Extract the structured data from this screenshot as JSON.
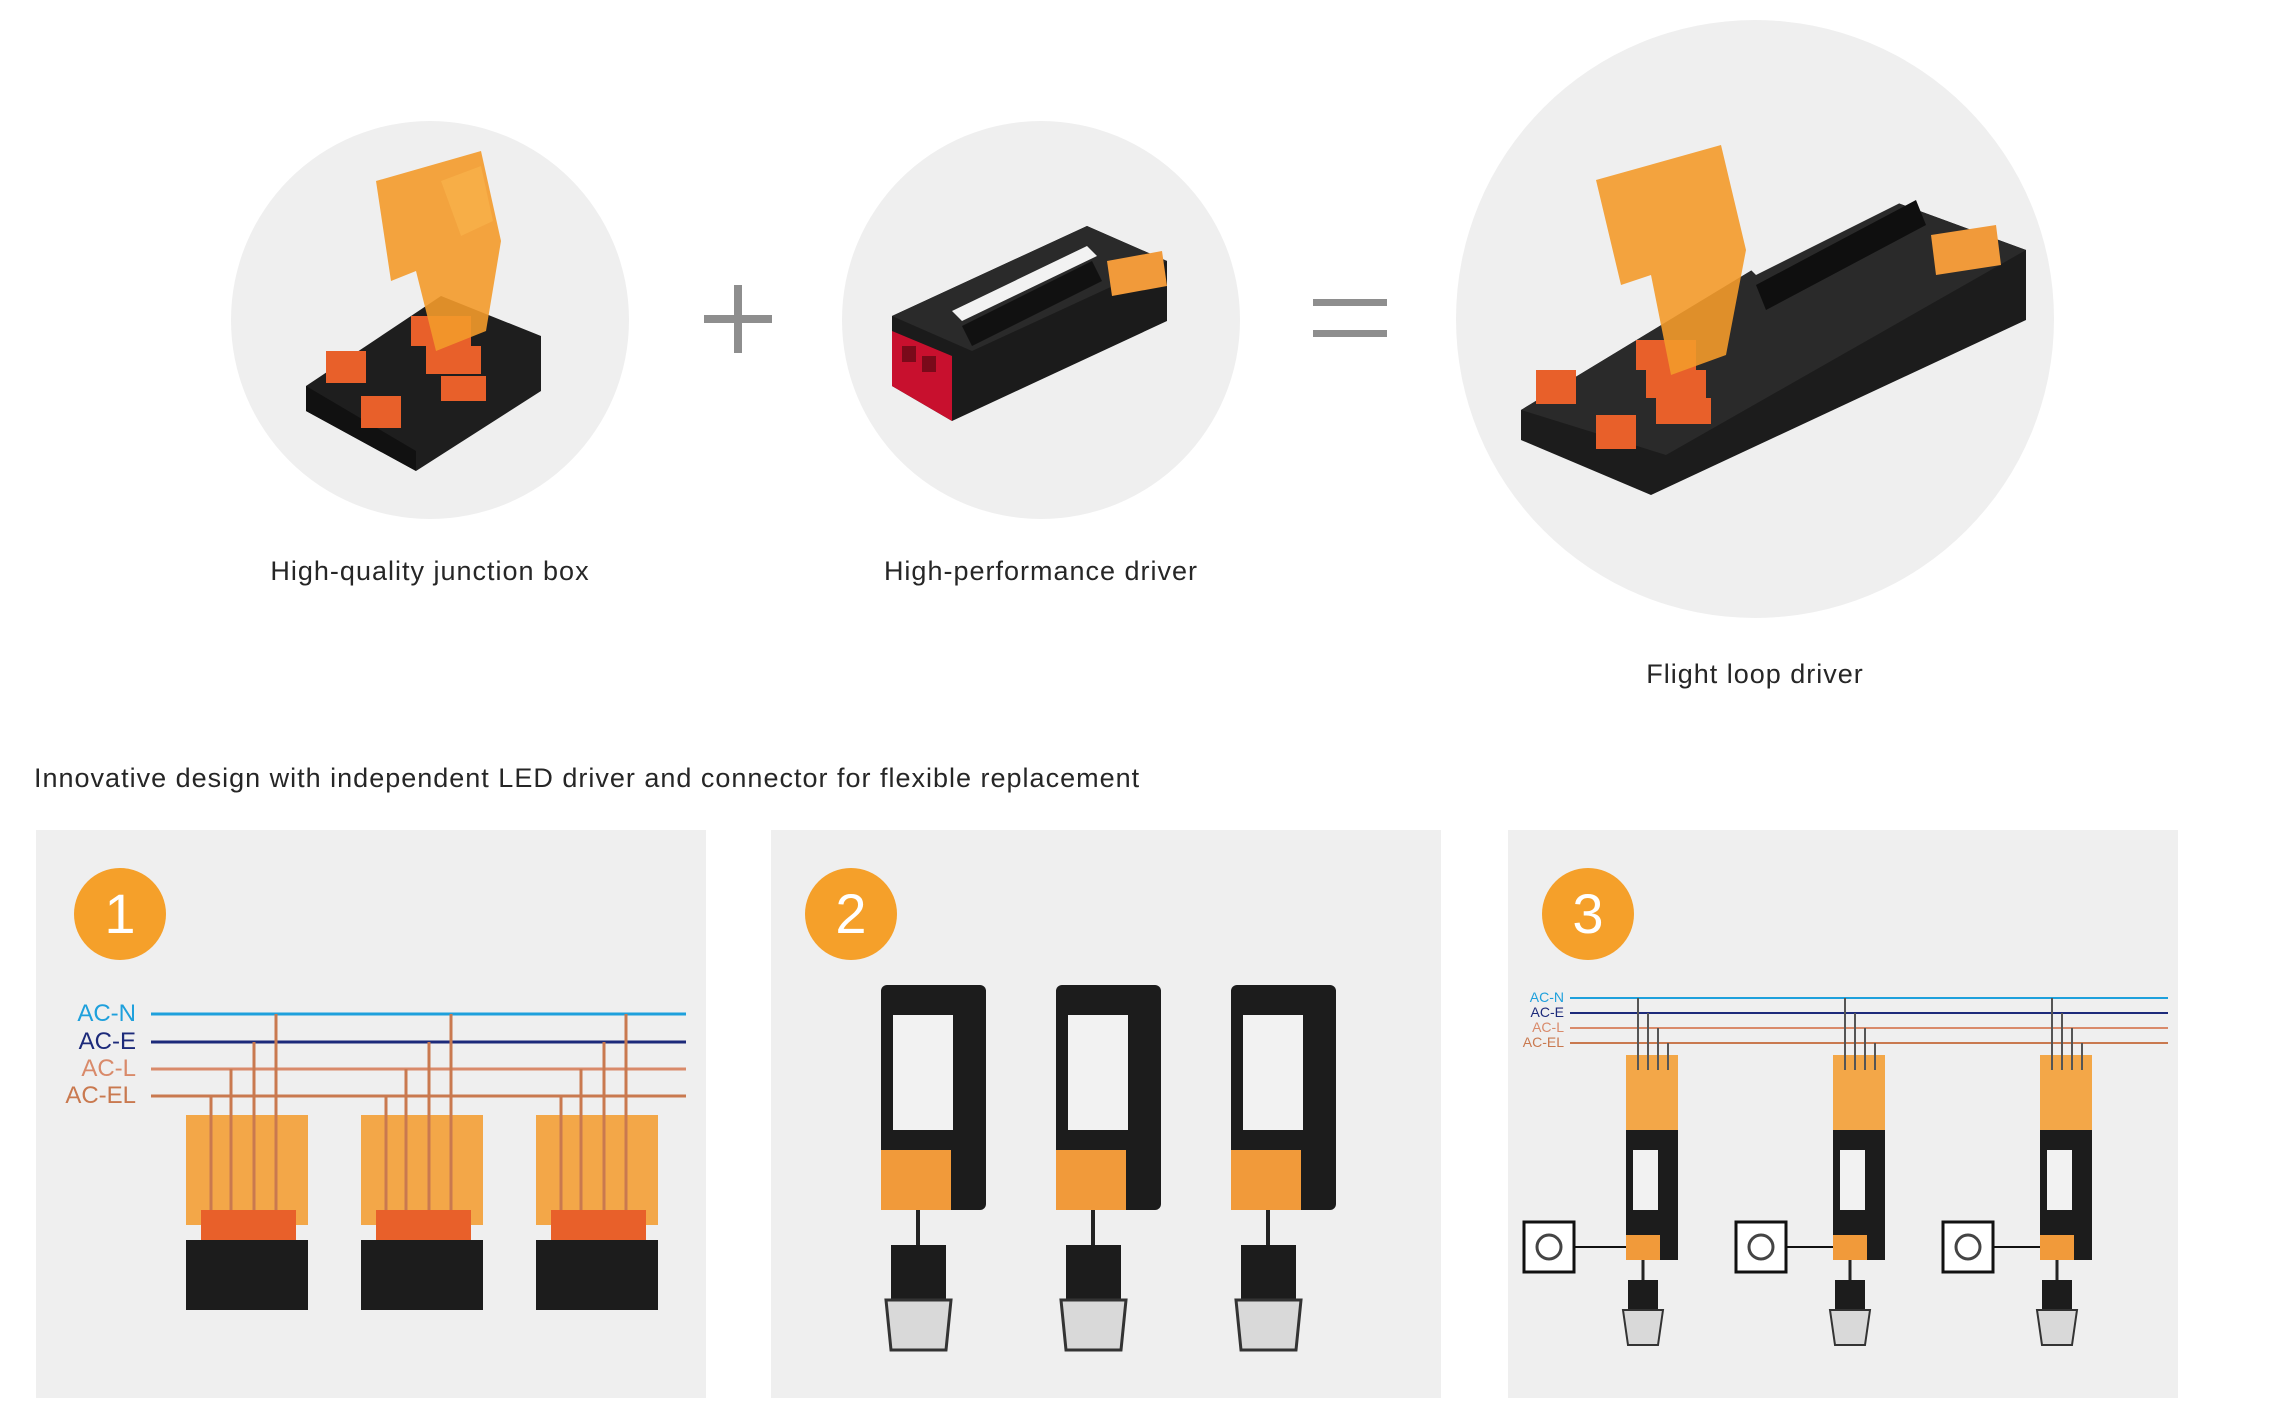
{
  "top": {
    "items": [
      {
        "caption": "High-quality junction box"
      },
      {
        "caption": "High-performance driver"
      },
      {
        "caption": "Flight loop driver"
      }
    ],
    "plus_symbol": "+",
    "equals_symbol": "="
  },
  "headline": "Innovative design with independent LED driver and connector for flexible replacement",
  "panels": [
    {
      "step": "1",
      "wires": [
        "AC-N",
        "AC-E",
        "AC-L",
        "AC-EL"
      ]
    },
    {
      "step": "2"
    },
    {
      "step": "3",
      "wires": [
        "AC-N",
        "AC-E",
        "AC-L",
        "AC-EL"
      ]
    }
  ],
  "colors": {
    "accent_orange": "#f5a02a",
    "wire_n": "#1ea0dc",
    "wire_e": "#1c2a7a",
    "wire_l": "#d98a6a",
    "wire_el": "#c9794f",
    "circle_bg": "#efefef",
    "panel_bg": "#efefef"
  }
}
